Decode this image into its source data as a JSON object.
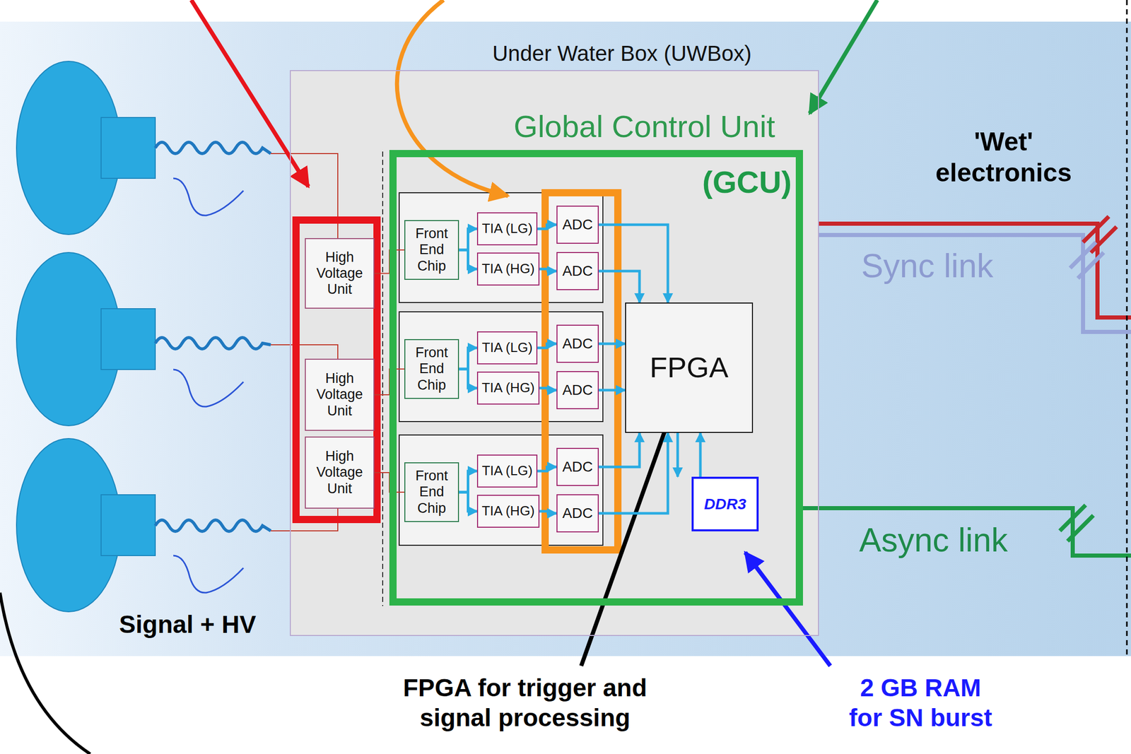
{
  "diagram": {
    "nodes": [
      {
        "text": [
          "Under Water Box (UWBox)"
        ]
      },
      {
        "text": [
          "High Voltage Unit"
        ],
        "in": 0
      },
      {
        "text": [
          "High Voltage Unit"
        ],
        "in": 0
      },
      {
        "text": [
          "High Voltage Unit"
        ],
        "in": 0
      },
      {
        "text": [
          "Global Control Unit",
          "(GCU)"
        ],
        "in": 0
      },
      {
        "text": [
          "Front End Chip"
        ],
        "in": 4
      },
      {
        "text": [
          "TIA (LG)"
        ],
        "in": 4
      },
      {
        "text": [
          "TIA (HG)"
        ],
        "in": 4
      },
      {
        "text": [
          "ADC"
        ],
        "in": 4
      },
      {
        "text": [
          "ADC"
        ],
        "in": 4
      },
      {
        "text": [
          "Front End Chip"
        ],
        "in": 4
      },
      {
        "text": [
          "TIA (LG)"
        ],
        "in": 4
      },
      {
        "text": [
          "TIA (HG)"
        ],
        "in": 4
      },
      {
        "text": [
          "ADC"
        ],
        "in": 4
      },
      {
        "text": [
          "ADC"
        ],
        "in": 4
      },
      {
        "text": [
          "Front End Chip"
        ],
        "in": 4
      },
      {
        "text": [
          "TIA (LG)"
        ],
        "in": 4
      },
      {
        "text": [
          "TIA (HG)"
        ],
        "in": 4
      },
      {
        "text": [
          "ADC"
        ],
        "in": 4
      },
      {
        "text": [
          "ADC"
        ],
        "in": 4
      },
      {
        "text": [
          "FPGA"
        ],
        "in": 4
      },
      {
        "text": [
          "DDR3"
        ],
        "in": 4
      }
    ],
    "edges": [
      {
        "from": 1,
        "to": 5,
        "arrow": "none"
      },
      {
        "from": 5,
        "to": 6,
        "arrow": "to"
      },
      {
        "from": 5,
        "to": 7,
        "arrow": "to"
      },
      {
        "from": 6,
        "to": 8,
        "arrow": "to"
      },
      {
        "from": 7,
        "to": 9,
        "arrow": "to"
      },
      {
        "from": 8,
        "to": 20,
        "arrow": "to"
      },
      {
        "from": 9,
        "to": 20,
        "arrow": "to"
      },
      {
        "from": 2,
        "to": 10,
        "arrow": "none"
      },
      {
        "from": 10,
        "to": 11,
        "arrow": "to"
      },
      {
        "from": 10,
        "to": 12,
        "arrow": "to"
      },
      {
        "from": 11,
        "to": 13,
        "arrow": "to"
      },
      {
        "from": 12,
        "to": 14,
        "arrow": "to"
      },
      {
        "from": 13,
        "to": 20,
        "arrow": "to"
      },
      {
        "from": 14,
        "to": 20,
        "arrow": "to"
      },
      {
        "from": 3,
        "to": 15,
        "arrow": "none"
      },
      {
        "from": 15,
        "to": 16,
        "arrow": "to"
      },
      {
        "from": 15,
        "to": 17,
        "arrow": "to"
      },
      {
        "from": 16,
        "to": 18,
        "arrow": "to"
      },
      {
        "from": 17,
        "to": 19,
        "arrow": "to"
      },
      {
        "from": 18,
        "to": 20,
        "arrow": "to"
      },
      {
        "from": 19,
        "to": 20,
        "arrow": "to"
      },
      {
        "from": 20,
        "to": 21,
        "arrow": "both"
      }
    ],
    "labels": [
      "'Wet' electronics",
      "Sync link",
      "Async link",
      "Signal + HV",
      "FPGA for trigger and signal processing",
      "2 GB RAM for SN burst"
    ]
  }
}
